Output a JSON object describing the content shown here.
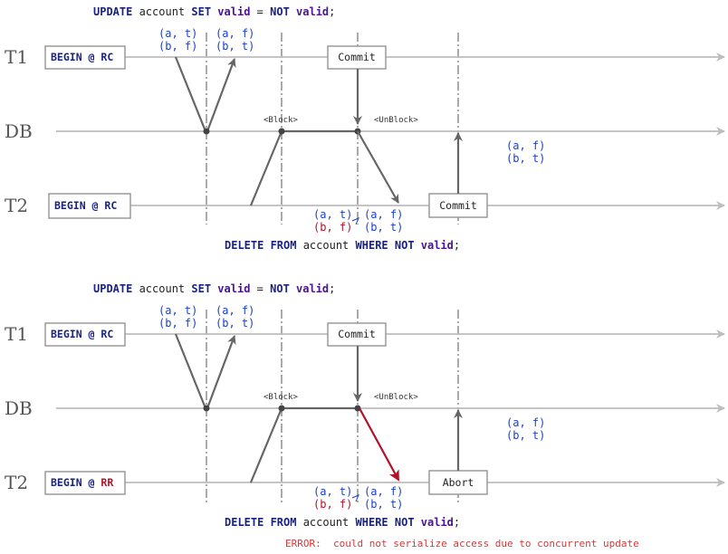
{
  "diagrams": [
    {
      "stmt_top": {
        "kw1": "UPDATE",
        "tbl": " account ",
        "kw2": "SET",
        "col1": " valid",
        "eq": " = ",
        "kw3": "NOT",
        "col2": " valid",
        "semi": ";"
      },
      "lanes": {
        "t1": "T1",
        "db": "DB",
        "t2": "T2"
      },
      "t1_begin": {
        "kw": "BEGIN",
        "at": " @ ",
        "level": "RC"
      },
      "t2_begin": {
        "kw": "BEGIN",
        "at": " @ ",
        "level": "RC"
      },
      "t1_end": "Commit",
      "t2_end": "Commit",
      "block": "<Block>",
      "unblock": "<UnBlock>",
      "t1_read": [
        "(a, t)",
        "(b, f)"
      ],
      "t1_write": [
        "(a, f)",
        "(b, t)"
      ],
      "db_final": [
        "(a, f)",
        "(b, t)"
      ],
      "t2_old": [
        "(a, t)",
        "(b, f)"
      ],
      "t2_new": [
        "(a, f)",
        "(b, t)"
      ],
      "stmt_bottom": {
        "kw1": "DELETE",
        "kw2": " FROM",
        "tbl": " account ",
        "kw3": "WHERE",
        "kw4": " NOT",
        "col": " valid",
        "semi": ";"
      }
    },
    {
      "stmt_top": {
        "kw1": "UPDATE",
        "tbl": " account ",
        "kw2": "SET",
        "col1": " valid",
        "eq": " = ",
        "kw3": "NOT",
        "col2": " valid",
        "semi": ";"
      },
      "lanes": {
        "t1": "T1",
        "db": "DB",
        "t2": "T2"
      },
      "t1_begin": {
        "kw": "BEGIN",
        "at": " @ ",
        "level": "RC"
      },
      "t2_begin": {
        "kw": "BEGIN",
        "at": " @ ",
        "level": "RR"
      },
      "t1_end": "Commit",
      "t2_end": "Abort",
      "block": "<Block>",
      "unblock": "<UnBlock>",
      "t1_read": [
        "(a, t)",
        "(b, f)"
      ],
      "t1_write": [
        "(a, f)",
        "(b, t)"
      ],
      "db_final": [
        "(a, f)",
        "(b, t)"
      ],
      "t2_old": [
        "(a, t)",
        "(b, f)"
      ],
      "t2_new": [
        "(a, f)",
        "(b, t)"
      ],
      "stmt_bottom": {
        "kw1": "DELETE",
        "kw2": " FROM",
        "tbl": " account ",
        "kw3": "WHERE",
        "kw4": " NOT",
        "col": " valid",
        "semi": ";"
      },
      "error": "ERROR:  could not serialize access due to concurrent update"
    }
  ],
  "colors": {
    "keyword": "#1a237e",
    "column": "#4a148c",
    "value": "#1e40c8",
    "conflict": "#b0122a",
    "timeline": "#bdbdbd"
  }
}
